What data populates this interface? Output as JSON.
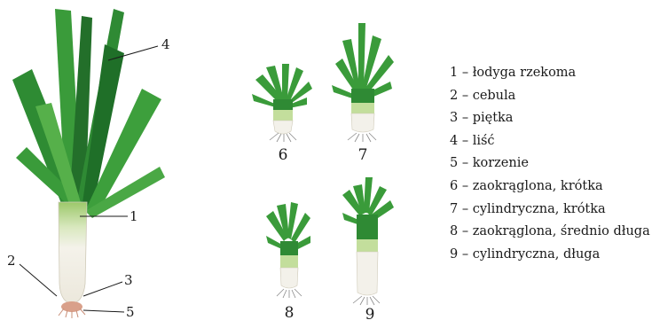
{
  "callouts": {
    "c1": "1",
    "c2": "2",
    "c3": "3",
    "c4": "4",
    "c5": "5"
  },
  "figures": {
    "f6": "6",
    "f7": "7",
    "f8": "8",
    "f9": "9"
  },
  "legend": [
    "1 – łodyga rzekoma",
    "2 – cebula",
    "3 – piętka",
    "4 – liść",
    "5 – korzenie",
    "6 – zaokrąglona, krótka",
    "7 – cylindryczna, krótka",
    "8 – zaokrąglona, średnio długa",
    "9 – cylindryczna, długa"
  ],
  "colors": {
    "leaf_dark": "#1f7a2c",
    "leaf_mid": "#3a9b3a",
    "leaf_light": "#6cbf52",
    "stem_green": "#a8cf7a",
    "stem_white": "#f3f1ea",
    "root_pink": "#d9a08a"
  }
}
